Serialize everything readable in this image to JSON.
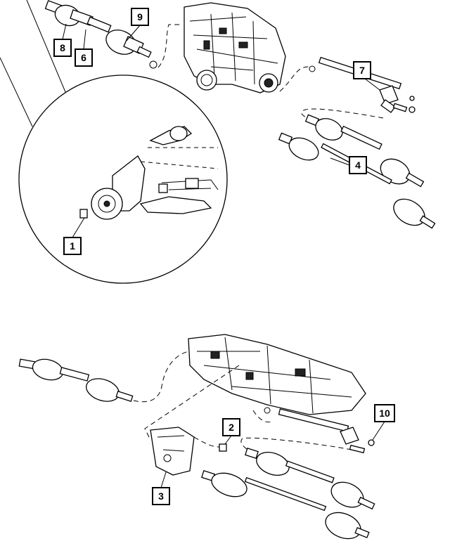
{
  "callouts": [
    {
      "id": "c1",
      "label": "1"
    },
    {
      "id": "c2",
      "label": "2"
    },
    {
      "id": "c3",
      "label": "3"
    },
    {
      "id": "c4",
      "label": "4"
    },
    {
      "id": "c6",
      "label": "6"
    },
    {
      "id": "c7",
      "label": "7"
    },
    {
      "id": "c8",
      "label": "8"
    },
    {
      "id": "c9",
      "label": "9"
    },
    {
      "id": "c10",
      "label": "10"
    }
  ]
}
